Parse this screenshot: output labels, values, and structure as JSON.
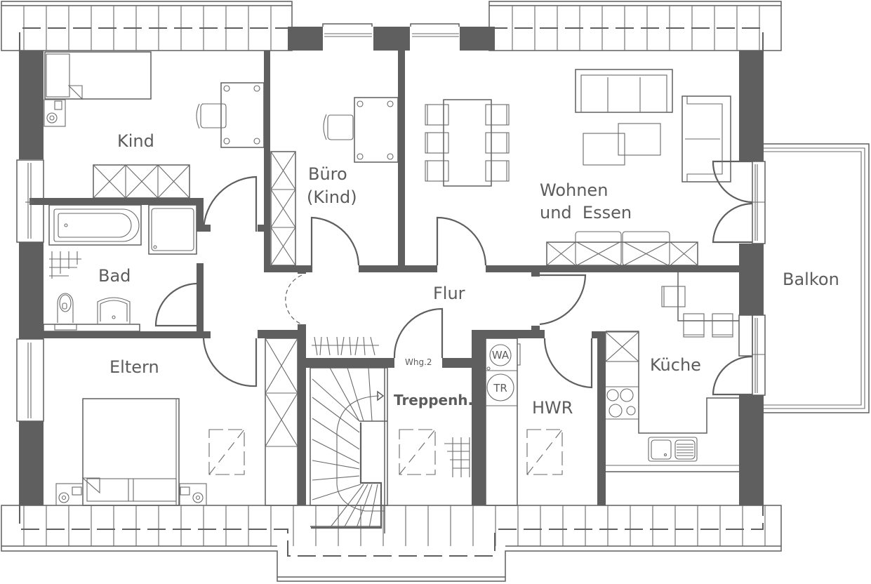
{
  "plan": {
    "type": "floor-plan",
    "unit": "Whg.2",
    "colors": {
      "wall": "#5f5f5f",
      "line": "#5f5f5f",
      "background": "#ffffff"
    },
    "rooms": [
      {
        "id": "kind",
        "label": "Kind"
      },
      {
        "id": "buero",
        "label_line1": "Büro",
        "label_line2": "(Kind)"
      },
      {
        "id": "wohnen",
        "label_line1": "Wohnen",
        "label_line2": "und  Essen"
      },
      {
        "id": "bad",
        "label": "Bad"
      },
      {
        "id": "flur",
        "label": "Flur"
      },
      {
        "id": "balkon",
        "label": "Balkon"
      },
      {
        "id": "eltern",
        "label": "Eltern"
      },
      {
        "id": "kueche",
        "label": "Küche"
      },
      {
        "id": "hwr",
        "label": "HWR"
      },
      {
        "id": "treppenhaus",
        "label": "Treppenh."
      }
    ],
    "annotations": {
      "unit_label": "Whg.2",
      "washer": "WA",
      "dryer": "TR"
    }
  }
}
